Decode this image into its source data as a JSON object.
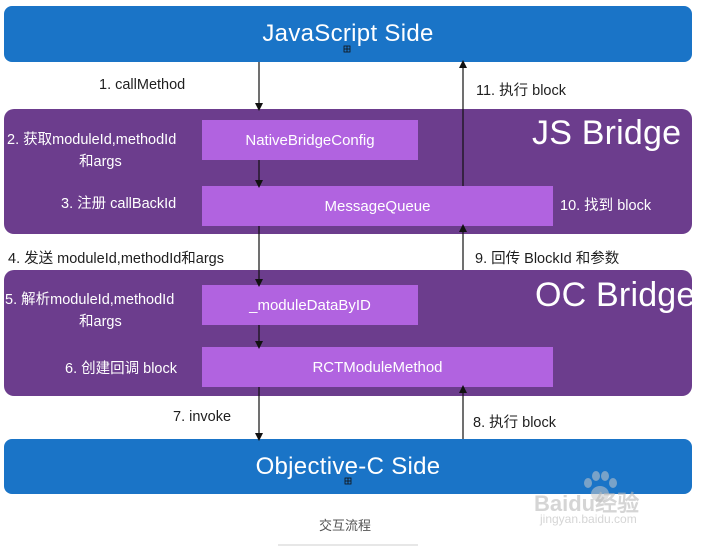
{
  "js_side": {
    "title": "JavaScript Side"
  },
  "oc_side": {
    "title": "Objective-C Side"
  },
  "js_bridge": {
    "title": "JS Bridge",
    "box1": "NativeBridgeConfig",
    "box2": "MessageQueue"
  },
  "oc_bridge": {
    "title": "OC Bridge",
    "box1": "_moduleDataByID",
    "box2": "RCTModuleMethod"
  },
  "steps": {
    "s1": "1. callMethod",
    "s2a": "2. 获取moduleId,methodId",
    "s2b": "和args",
    "s3": "3. 注册 callBackId",
    "s4": "4. 发送 moduleId,methodId和args",
    "s5a": "5. 解析moduleId,methodId",
    "s5b": "和args",
    "s6": "6. 创建回调 block",
    "s7": "7. invoke",
    "s8": "8. 执行 block",
    "s9": "9. 回传 BlockId 和参数",
    "s10": "10. 找到 block",
    "s11": "11. 执行 block"
  },
  "caption": "交互流程",
  "watermark": {
    "brand": "Baidu经验",
    "url": "jingyan.baidu.com"
  },
  "colors": {
    "side_bar": "#1a74c7",
    "bridge_band": "#6c3d8d",
    "inner_box": "#b163e0"
  }
}
